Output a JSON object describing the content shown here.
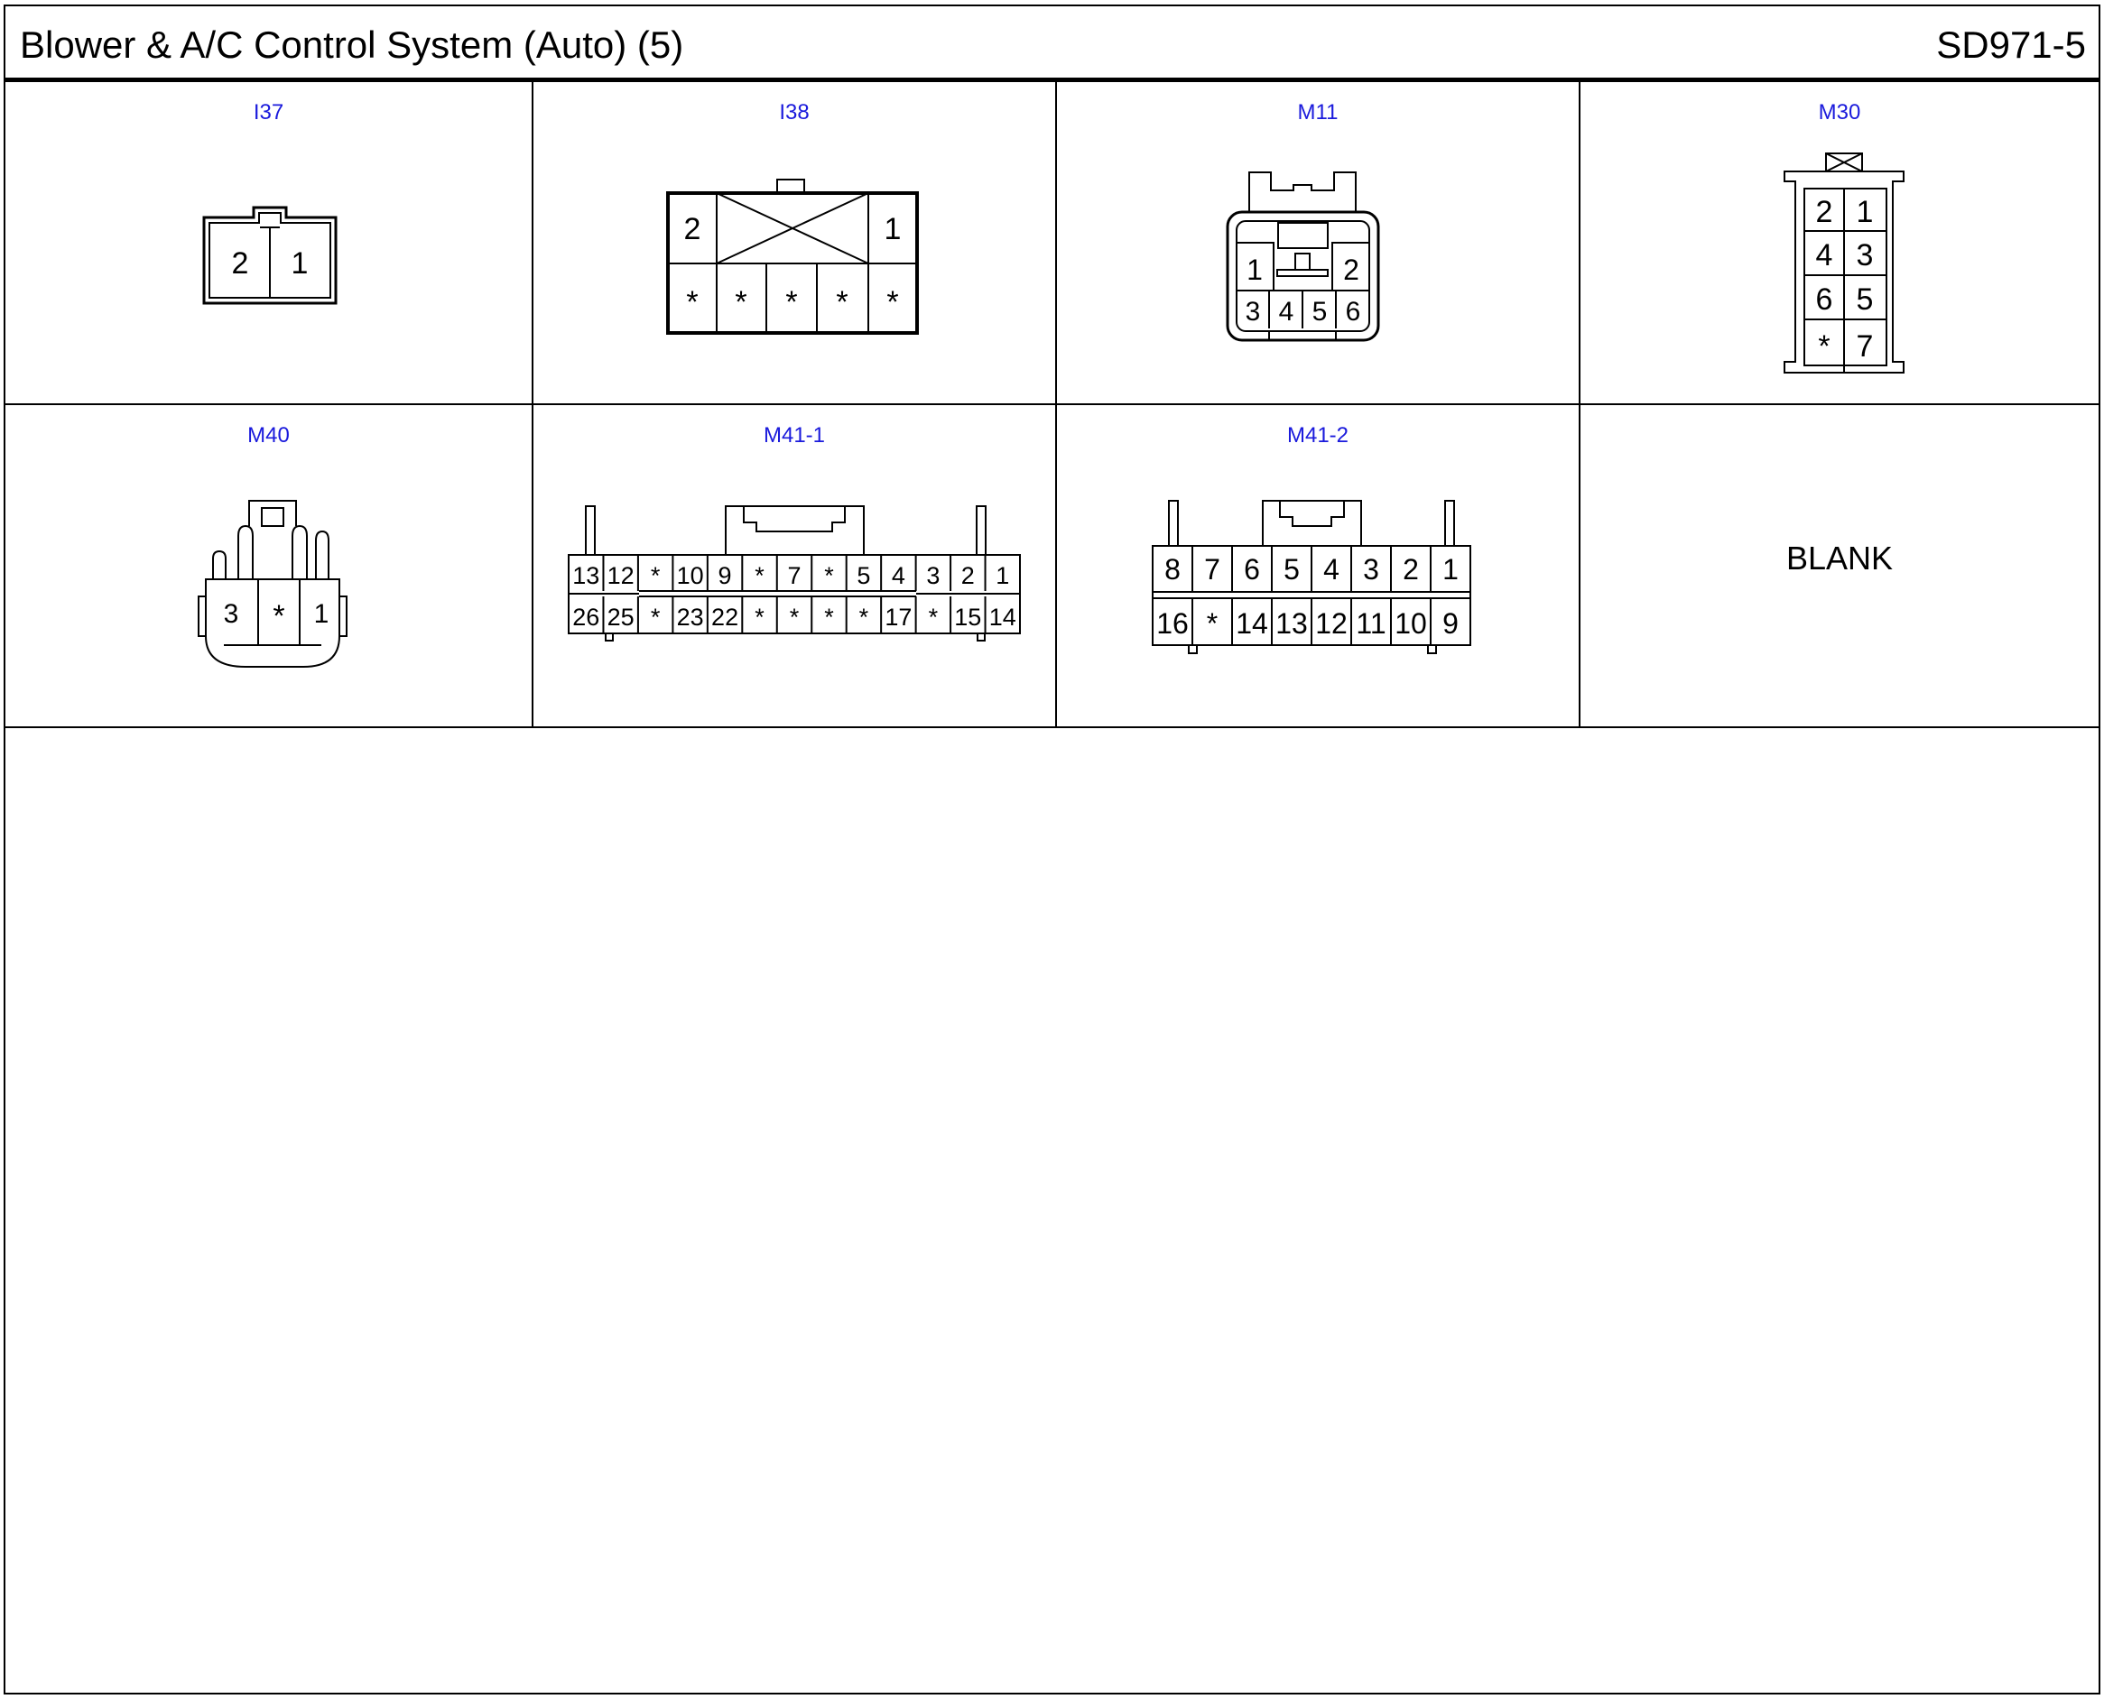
{
  "header": {
    "title": "Blower & A/C Control System (Auto) (5)",
    "code": "SD971-5"
  },
  "connectors": {
    "i37": {
      "label": "I37",
      "pins": [
        "2",
        "1"
      ]
    },
    "i38": {
      "label": "I38",
      "top": [
        "2",
        "1"
      ],
      "bottom": [
        "*",
        "*",
        "*",
        "*",
        "*"
      ]
    },
    "m11": {
      "label": "M11",
      "top": [
        "1",
        "2"
      ],
      "bottom": [
        "3",
        "4",
        "5",
        "6"
      ]
    },
    "m30": {
      "label": "M30",
      "rows": [
        [
          "2",
          "1"
        ],
        [
          "4",
          "3"
        ],
        [
          "6",
          "5"
        ],
        [
          "*",
          "7"
        ]
      ]
    },
    "m40": {
      "label": "M40",
      "pins": [
        "3",
        "*",
        "1"
      ]
    },
    "m41_1": {
      "label": "M41-1",
      "top": [
        "13",
        "12",
        "*",
        "10",
        "9",
        "*",
        "7",
        "*",
        "5",
        "4",
        "3",
        "2",
        "1"
      ],
      "bottom": [
        "26",
        "25",
        "*",
        "23",
        "22",
        "*",
        "*",
        "*",
        "*",
        "17",
        "*",
        "15",
        "14"
      ]
    },
    "m41_2": {
      "label": "M41-2",
      "top": [
        "8",
        "7",
        "6",
        "5",
        "4",
        "3",
        "2",
        "1"
      ],
      "bottom": [
        "16",
        "*",
        "14",
        "13",
        "12",
        "11",
        "10",
        "9"
      ]
    },
    "blank": {
      "text": "BLANK"
    }
  }
}
